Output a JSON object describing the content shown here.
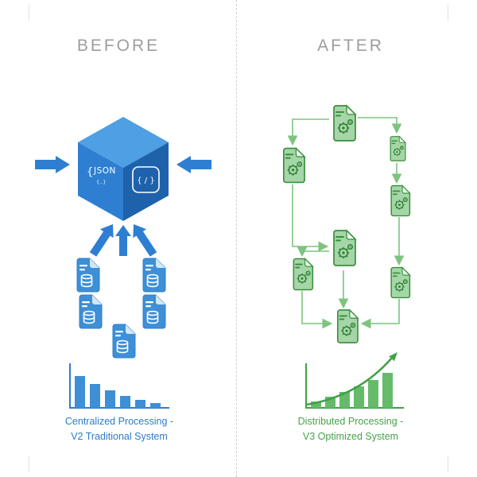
{
  "before": {
    "title": "BEFORE",
    "cube": {
      "prefix": "{",
      "label": "JSON",
      "sub": "{..}",
      "right_label": "{ / }"
    },
    "caption_line1": "Centralized Processing -",
    "caption_line2": "V2 Traditional System",
    "chart": {
      "type": "bar",
      "trend": "decreasing",
      "values": [
        40,
        30,
        22,
        15,
        10,
        6
      ],
      "color": "#3d8fd6"
    },
    "colors": {
      "primary": "#2e7fd1",
      "cube_top": "#4e9fe3",
      "cube_left": "#2e7fd1",
      "cube_right": "#1e62ac",
      "doc_fill": "#3d8fd6",
      "text": "#2b7cc9"
    }
  },
  "after": {
    "title": "AFTER",
    "caption_line1": "Distributed Processing -",
    "caption_line2": "V3 Optimized System",
    "chart": {
      "type": "bar",
      "trend": "increasing",
      "values": [
        8,
        14,
        20,
        27,
        35,
        44
      ],
      "color": "#66bb6a"
    },
    "colors": {
      "doc_fill": "#a5d6a7",
      "doc_border": "#388e3c",
      "connector": "#7dc47f",
      "text": "#43a047"
    }
  }
}
